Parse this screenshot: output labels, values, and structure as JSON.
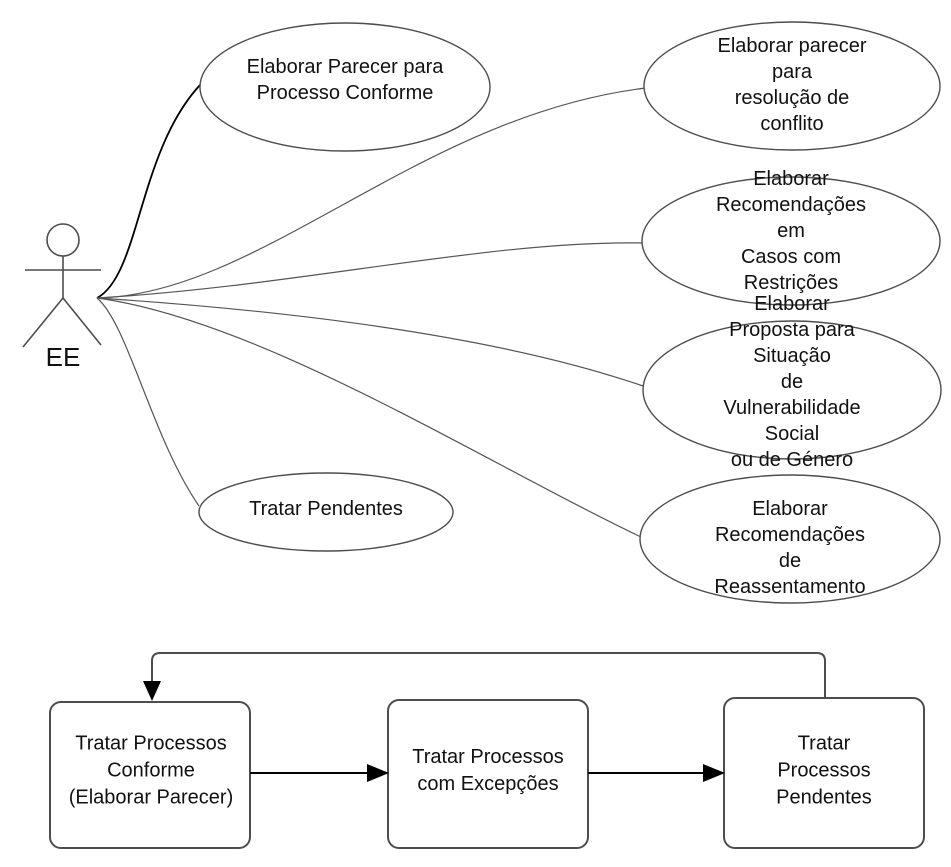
{
  "diagram": {
    "type": "uml-use-case-and-flow",
    "colors": {
      "background": "#ffffff",
      "shape_stroke": "#4d4d4d",
      "connector_stroke": "#555555",
      "arrow": "#000000",
      "text": "#111111"
    },
    "actor": {
      "label": "EE"
    },
    "use_cases": [
      {
        "label": "Elaborar Parecer para\nProcesso Conforme"
      },
      {
        "label": "Elaborar parecer para\nresolução de conflito"
      },
      {
        "label": "Elaborar\nRecomendações em\nCasos com Restrições"
      },
      {
        "label": "Elaborar\nProposta para Situação\nde Vulnerabilidade Social\nou de Género"
      },
      {
        "label": "Tratar Pendentes"
      },
      {
        "label": "Elaborar Recomendações\nde Reassentamento"
      }
    ],
    "flow_steps": [
      {
        "label": "Tratar Processos\nConforme\n(Elaborar Parecer)"
      },
      {
        "label": "Tratar Processos\ncom Excepções"
      },
      {
        "label": "Tratar Processos\nPendentes"
      }
    ]
  }
}
